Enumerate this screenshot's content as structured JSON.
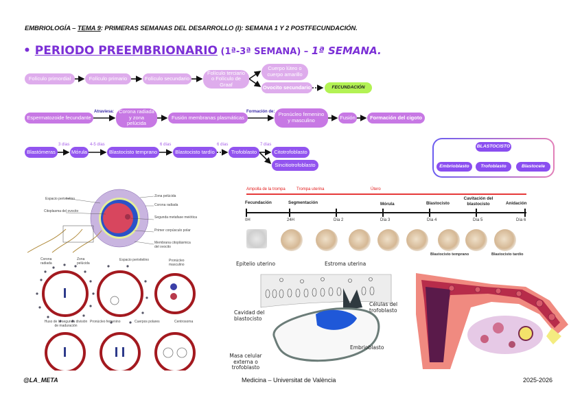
{
  "header": {
    "prefix": "EMBRIOLOGÍA – ",
    "tema": "TEMA 9",
    "rest": ": PRIMERAS SEMANAS DEL DESARROLLO (I): SEMANA 1 Y 2 POSTFECUNDACIÓN."
  },
  "title": {
    "bullet": "•",
    "main": "PERIODO PREEMBRIONARIO",
    "range": " (1ª-3ª SEMANA) – ",
    "week": "1ª SEMANA."
  },
  "flow1": {
    "nodes": [
      "Folículo primordial",
      "Folículo primario",
      "Folículo secundario",
      "Folículo terciario o Folículo de Graaf",
      "Cuerpo lúteo o cuerpo amarillo",
      "Ovocito secundario"
    ],
    "end": "FECUNDACIÓN"
  },
  "flow2": {
    "nodes": [
      "Espermatozoide fecundante",
      "Corona radiada y zona pelúcida",
      "Fusión membranas plasmáticas",
      "Pronúcleo femenino y masculino",
      "Fusión",
      "Formación del cigoto"
    ],
    "labels": [
      "Atraviesa:",
      "Formación de:"
    ]
  },
  "flow3": {
    "nodes": [
      "Blastómeras",
      "Mórula",
      "Blastocisto temprano",
      "Blastocisto tardío",
      "Trofoblasto",
      "Citotrofoblasto",
      "Sincitiotrofoblasto"
    ],
    "labels": [
      "3 días",
      "4-5 días",
      "6 días",
      "6 días",
      "7 días"
    ]
  },
  "blastocisto": {
    "root": "BLASTOCISTO",
    "children": [
      "Embrioblasto",
      "Trofoblasto",
      "Blastocele"
    ]
  },
  "timeline": {
    "locations": [
      "Ampolla de la trompa",
      "Trompa uterina",
      "Útero"
    ],
    "events": [
      "Fecundación",
      "Segmentación",
      "Mórula",
      "Blastocisto",
      "Cavitación del blastocisto",
      "Anidación"
    ],
    "times": [
      "0H",
      "24H",
      "Día 2",
      "Día 3",
      "Día 4",
      "Día 5",
      "Día 6"
    ],
    "captions": [
      "Blastocisto temprano",
      "Blastocisto tardío"
    ],
    "colors": {
      "location": "#e21b1b"
    }
  },
  "figure_ovocito": {
    "labels": [
      "Espacio perivitelino",
      "Citoplasma del ovocito",
      "Zona pelúcida",
      "Corona radiada",
      "Segunda metafase meiótica",
      "Primer corpúsculo polar",
      "Membrana citoplásmica del ovocito"
    ]
  },
  "figure_fecundacion": {
    "labels": [
      "Corona radiada",
      "Zona pelúcida",
      "Espacio perivitelino",
      "Pronúcleo masculino",
      "Huso de la segunda división de maduración",
      "Pronúcleo femenino",
      "Cuerpos polares",
      "Centrosoma"
    ]
  },
  "figure_implantacion": {
    "labels": [
      "Epitelio uterino",
      "Estroma uterina",
      "Células del trofoblasto",
      "Cavidad del blastocisto",
      "Embrioblasto",
      "Masa celular externa o trofoblasto"
    ]
  },
  "footer": {
    "left": "@LA_META",
    "center": "Medicina – Universitat de València",
    "right": "2025-2026"
  }
}
